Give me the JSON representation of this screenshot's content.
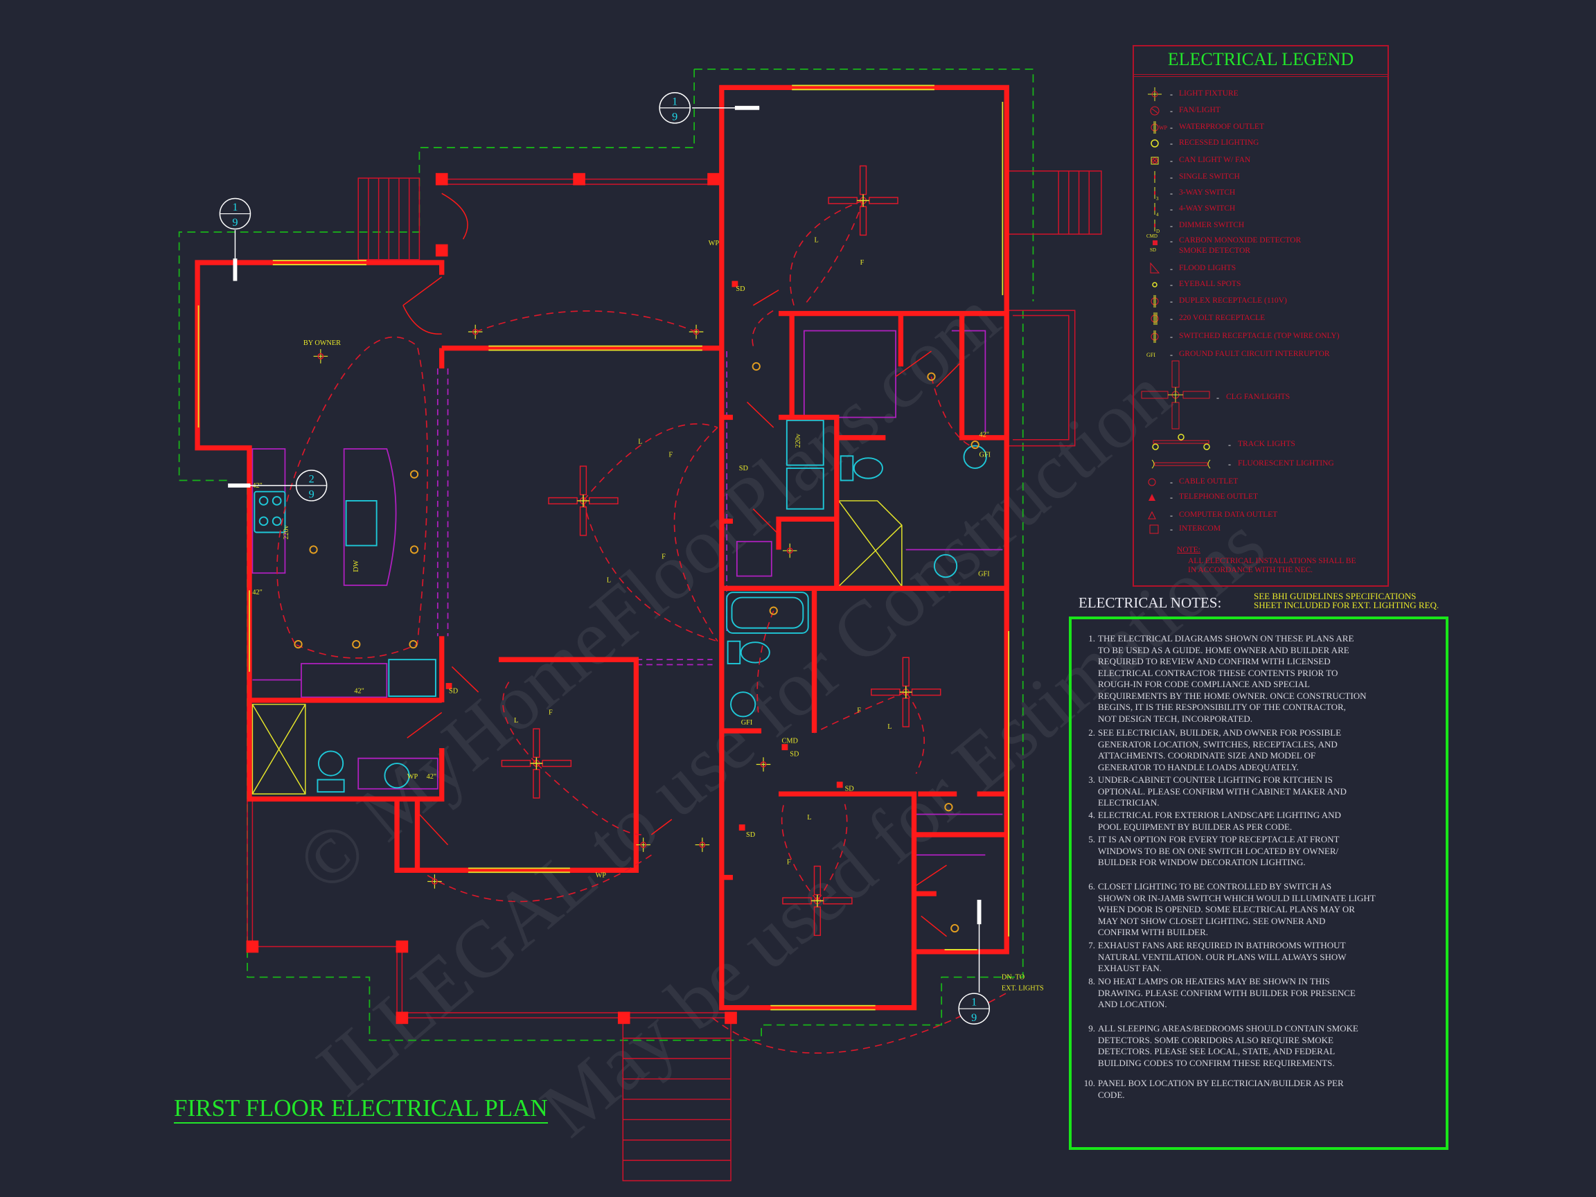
{
  "title": "FIRST FLOOR ELECTRICAL PLAN",
  "watermark": [
    "© MyHomeFloorPlans.com",
    "ILLEGAL to use for Construction",
    "May be used for Estimations"
  ],
  "colors": {
    "background": "#232634",
    "walls": "#ff1a1a",
    "legend_text": "#d0102a",
    "title_green": "#22e62a",
    "fixtures": "#e6e62a",
    "plumbing": "#1fc8d8",
    "cabinets": "#b020c0",
    "boundary": "#19b519"
  },
  "legend": {
    "title": "ELECTRICAL LEGEND",
    "items": [
      {
        "icon": "light-fixture-icon",
        "label": "LIGHT FIXTURE"
      },
      {
        "icon": "fan-light-icon",
        "label": "FAN/LIGHT"
      },
      {
        "icon": "waterproof-outlet-icon",
        "prefix": "WP",
        "label": "WATERPROOF OUTLET"
      },
      {
        "icon": "recessed-light-icon",
        "label": "RECESSED LIGHTING"
      },
      {
        "icon": "can-light-fan-icon",
        "label": "CAN LIGHT W/ FAN"
      },
      {
        "icon": "single-switch-icon",
        "label": "SINGLE SWITCH"
      },
      {
        "icon": "three-way-switch-icon",
        "sub": "3",
        "label": "3-WAY SWITCH"
      },
      {
        "icon": "four-way-switch-icon",
        "sub": "4",
        "label": "4-WAY SWITCH"
      },
      {
        "icon": "dimmer-switch-icon",
        "sub": "D",
        "label": "DIMMER SWITCH"
      },
      {
        "icon": "detector-icon",
        "prefix": "CMD",
        "label": "CARBON MONOXIDE DETECTOR"
      },
      {
        "icon": "none",
        "prefix": "SD",
        "label": "SMOKE DETECTOR"
      },
      {
        "icon": "flood-light-icon",
        "label": "FLOOD LIGHTS"
      },
      {
        "icon": "eyeball-spot-icon",
        "label": "EYEBALL SPOTS"
      },
      {
        "icon": "duplex-receptacle-icon",
        "label": "DUPLEX RECEPTACLE (110V)"
      },
      {
        "icon": "receptacle-220-icon",
        "label": "220 VOLT RECEPTACLE"
      },
      {
        "icon": "switched-receptacle-icon",
        "label": "SWITCHED RECEPTACLE (TOP WIRE ONLY)"
      },
      {
        "icon": "gfi-icon",
        "prefix": "GFI",
        "label": "GROUND FAULT CIRCUIT INTERRUPTOR"
      },
      {
        "icon": "ceiling-fan-icon",
        "label": "CLG FAN/LIGHTS"
      },
      {
        "icon": "track-light-icon",
        "label": "TRACK LIGHTS"
      },
      {
        "icon": "fluorescent-light-icon",
        "label": "FLUORESCENT LIGHTING"
      },
      {
        "icon": "cable-outlet-icon",
        "label": "CABLE OUTLET"
      },
      {
        "icon": "telephone-outlet-icon",
        "label": "TELEPHONE OUTLET"
      },
      {
        "icon": "computer-data-outlet-icon",
        "label": "COMPUTER DATA OUTLET"
      },
      {
        "icon": "intercom-icon",
        "label": "INTERCOM"
      }
    ],
    "note_heading": "NOTE:",
    "note_lines": [
      "ALL ELECTRICAL INSTALLATIONS SHALL BE",
      "IN ACCORDANCE WITH THE NEC."
    ]
  },
  "notes": {
    "header": "ELECTRICAL NOTES:",
    "reference": [
      "SEE  BHI GUIDELINES SPECIFICATIONS",
      "SHEET INCLUDED FOR EXT. LIGHTING REQ."
    ],
    "items": [
      {
        "num": "1.",
        "lines": [
          "THE ELECTRICAL DIAGRAMS SHOWN ON THESE PLANS ARE",
          "TO BE USED AS A GUIDE.  HOME OWNER AND BUILDER ARE",
          "REQUIRED TO REVIEW AND CONFIRM WITH LICENSED",
          "ELECTRICAL CONTRACTOR THESE CONTENTS PRIOR TO",
          "ROUGH-IN FOR CODE COMPLIANCE AND SPECIAL",
          "REQUIREMENTS BY THE HOME OWNER.  ONCE CONSTRUCTION",
          "BEGINS, IT IS THE RESPONSIBILITY OF THE CONTRACTOR,",
          "NOT DESIGN TECH, INCORPORATED."
        ]
      },
      {
        "num": "2.",
        "lines": [
          "SEE ELECTRICIAN, BUILDER, AND OWNER FOR POSSIBLE",
          "GENERATOR LOCATION, SWITCHES, RECEPTACLES, AND",
          "ATTACHMENTS.  COORDINATE SIZE AND MODEL OF",
          "GENERATOR TO HANDLE LOADS ADEQUATELY."
        ]
      },
      {
        "num": "3.",
        "lines": [
          "UNDER-CABINET COUNTER LIGHTING FOR KITCHEN IS",
          "OPTIONAL.  PLEASE CONFIRM WITH CABINET MAKER AND",
          "ELECTRICIAN."
        ]
      },
      {
        "num": "4.",
        "lines": [
          "ELECTRICAL FOR EXTERIOR LANDSCAPE LIGHTING AND",
          "POOL EQUIPMENT BY BUILDER AS PER CODE."
        ]
      },
      {
        "num": "5.",
        "lines": [
          "IT IS AN OPTION FOR EVERY TOP RECEPTACLE AT FRONT",
          "WINDOWS TO BE ON ONE SWITCH LOCATED BY OWNER/",
          "BUILDER FOR WINDOW DECORATION LIGHTING."
        ]
      },
      {
        "num": "6.",
        "lines": [
          "CLOSET LIGHTING TO BE CONTROLLED BY SWITCH AS",
          "SHOWN OR IN-JAMB SWITCH WHICH WOULD ILLUMINATE LIGHT",
          "WHEN DOOR IS OPENED.  SOME ELECTRICAL PLANS MAY OR",
          "MAY NOT SHOW CLOSET LIGHTING.  SEE OWNER AND",
          "CONFIRM WITH BUILDER."
        ]
      },
      {
        "num": "7.",
        "lines": [
          "EXHAUST FANS ARE REQUIRED IN BATHROOMS WITHOUT",
          "NATURAL VENTILATION.  OUR PLANS WILL ALWAYS SHOW",
          "EXHAUST FAN."
        ]
      },
      {
        "num": "8.",
        "lines": [
          "NO HEAT LAMPS OR HEATERS MAY BE SHOWN IN THIS",
          "DRAWING.  PLEASE CONFIRM WITH BUILDER FOR PRESENCE",
          "AND LOCATION."
        ]
      },
      {
        "num": "9.",
        "lines": [
          "ALL SLEEPING AREAS/BEDROOMS SHOULD CONTAIN SMOKE",
          "DETECTORS.  SOME CORRIDORS ALSO REQUIRE SMOKE",
          "DETECTORS.  PLEASE SEE LOCAL, STATE, AND FEDERAL",
          "BUILDING CODES TO CONFIRM THESE REQUIREMENTS."
        ]
      },
      {
        "num": "10.",
        "lines": [
          "PANEL BOX LOCATION BY ELECTRICIAN/BUILDER AS PER",
          "CODE."
        ]
      }
    ]
  },
  "section_markers": [
    {
      "top": "1",
      "bottom": "9"
    },
    {
      "top": "1",
      "bottom": "9"
    },
    {
      "top": "2",
      "bottom": "9"
    },
    {
      "top": "1",
      "bottom": "9"
    }
  ],
  "plan_labels": [
    "BY OWNER",
    "SD",
    "SD",
    "SD",
    "SD",
    "SD",
    "CMD",
    "SD",
    "GFI",
    "GFI",
    "GFI",
    "42\"",
    "42\"",
    "42\"",
    "42\"",
    "42\"",
    "220v",
    "220v",
    "DW",
    "WP",
    "WP",
    "WP",
    "L",
    "F",
    "L",
    "F",
    "F",
    "L",
    "L",
    "F",
    "F",
    "L",
    "L",
    "F",
    "DN. TO",
    "EXT. LIGHTS"
  ]
}
